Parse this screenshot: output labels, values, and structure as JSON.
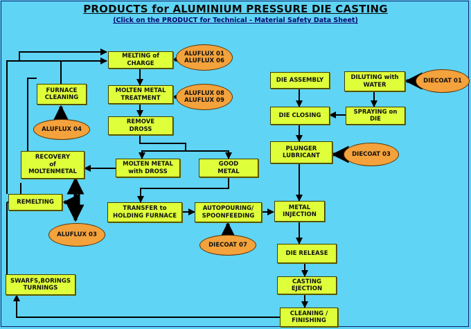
{
  "header": {
    "title": "PRODUCTS for ALUMINIUM PRESSURE DIE CASTING",
    "subtitle": "(Click on the PRODUCT for Technical - Material Safety Data Sheet)"
  },
  "colors": {
    "background": "#5fd4f4",
    "process_box": "#dfff3a",
    "product_oval": "#f4a23c",
    "line": "#000000"
  },
  "process_steps": {
    "melting": "MELTING of\nCHARGE",
    "molten_treatment": "MOLTEN METAL\nTREATMENT",
    "remove_dross": "REMOVE\nDROSS",
    "furnace_cleaning": "FURNACE\nCLEANING",
    "recovery": "RECOVERY\nof\nMOLTENMETAL",
    "molten_with_dross": "MOLTEN METAL\nwith DROSS",
    "good_metal": "GOOD\nMETAL",
    "remelting": "REMELTING",
    "transfer": "TRANSFER to\nHOLDING FURNACE",
    "autopouring": "AUTOPOURING/\nSPOONFEEDING",
    "metal_injection": "METAL\nINJECTION",
    "die_assembly": "DIE ASSEMBLY",
    "diluting": "DILUTING with\nWATER",
    "die_closing": "DIE CLOSING",
    "spraying": "SPRAYING on\nDIE",
    "plunger": "PLUNGER\nLUBRICANT",
    "die_release": "DIE RELEASE",
    "casting_ejection": "CASTING\nEJECTION",
    "swarfs": "SWARFS,BORINGS\nTURNINGS",
    "cleaning_finishing": "CLEANING /\nFINISHING"
  },
  "products": {
    "aluflux_01_06": "ALUFLUX 01\nALUFLUX 06",
    "aluflux_08_09": "ALUFLUX 08\nALUFLUX 09",
    "aluflux_04": "ALUFLUX 04",
    "aluflux_03": "ALUFLUX 03",
    "diecoat_07": "DIECOAT 07",
    "diecoat_01": "DIECOAT 01",
    "diecoat_03": "DIECOAT 03"
  }
}
